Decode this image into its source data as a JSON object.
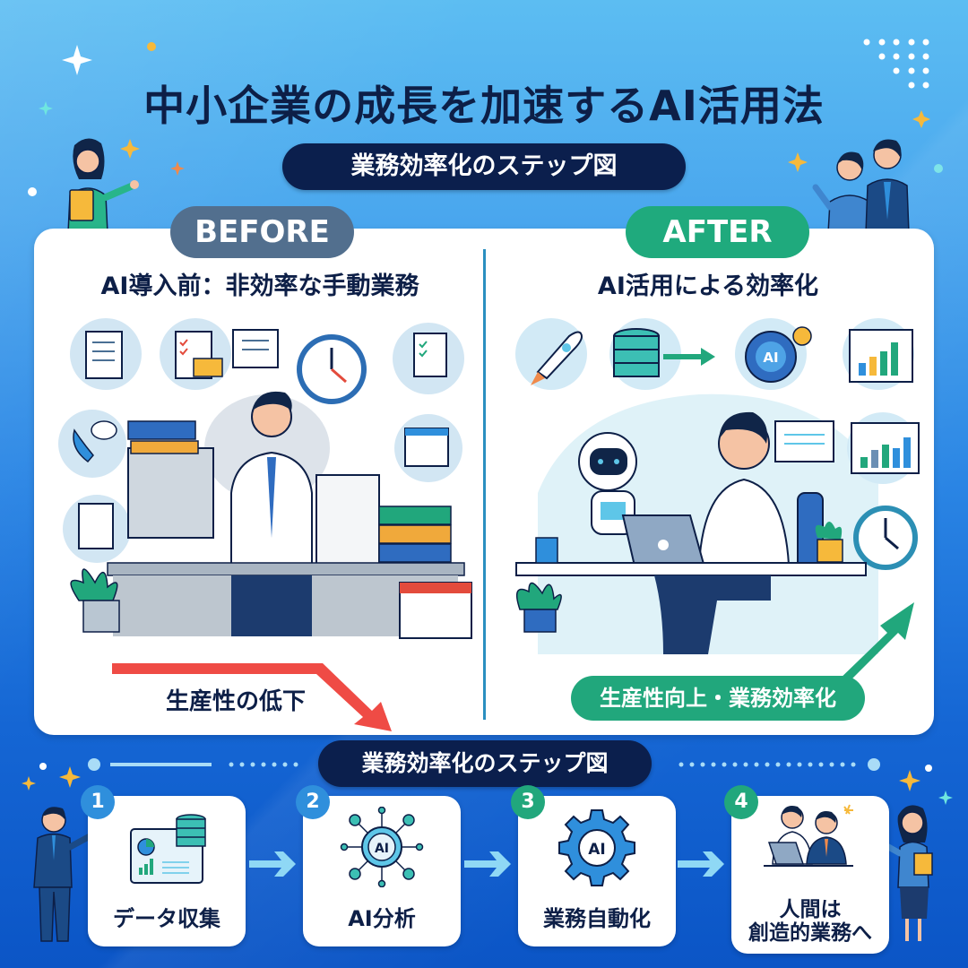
{
  "header": {
    "title": "中小企業の成長を加速するAI活用法",
    "subtitle": "業務効率化のステップ図"
  },
  "before": {
    "tag": "BEFORE",
    "title": "AI導入前：非効率な手動業務",
    "caption": "生産性の低下",
    "icons": [
      "documents-icon",
      "checklist-icon",
      "paper-icon",
      "clock-icon",
      "phone-checklist-icon",
      "phone-chat-icon",
      "calendar-icon",
      "form-writing-icon"
    ]
  },
  "after": {
    "tag": "AFTER",
    "title": "AI活用による効率化",
    "caption": "生産性向上・業務効率化",
    "icons": [
      "rocket-icon",
      "database-icon",
      "ai-gear-icon",
      "growth-chart-icon",
      "chat-window-icon",
      "bar-chart-window-icon",
      "clock-icon",
      "robot-icon"
    ]
  },
  "steps": {
    "title": "業務効率化のステップ図",
    "items": [
      {
        "number": "1",
        "label": "データ収集",
        "icon": "data-collection-icon",
        "color": "#2f8fdc"
      },
      {
        "number": "2",
        "label": "AI分析",
        "icon": "ai-network-icon",
        "color": "#2f8fdc"
      },
      {
        "number": "3",
        "label": "業務自動化",
        "icon": "ai-gear-icon",
        "color": "#21a77c"
      },
      {
        "number": "4",
        "label_line1": "人間は",
        "label_line2": "創造的業務へ",
        "icon": "people-laptop-icon",
        "color": "#21a77c"
      }
    ]
  },
  "colors": {
    "title": "#0d1f47",
    "before_tag": "#526f8e",
    "after_tag": "#1faa7d",
    "down_arrow": "#ef4b45",
    "up_arrow": "#21a77c",
    "dark_pill": "#0b1f4d"
  }
}
